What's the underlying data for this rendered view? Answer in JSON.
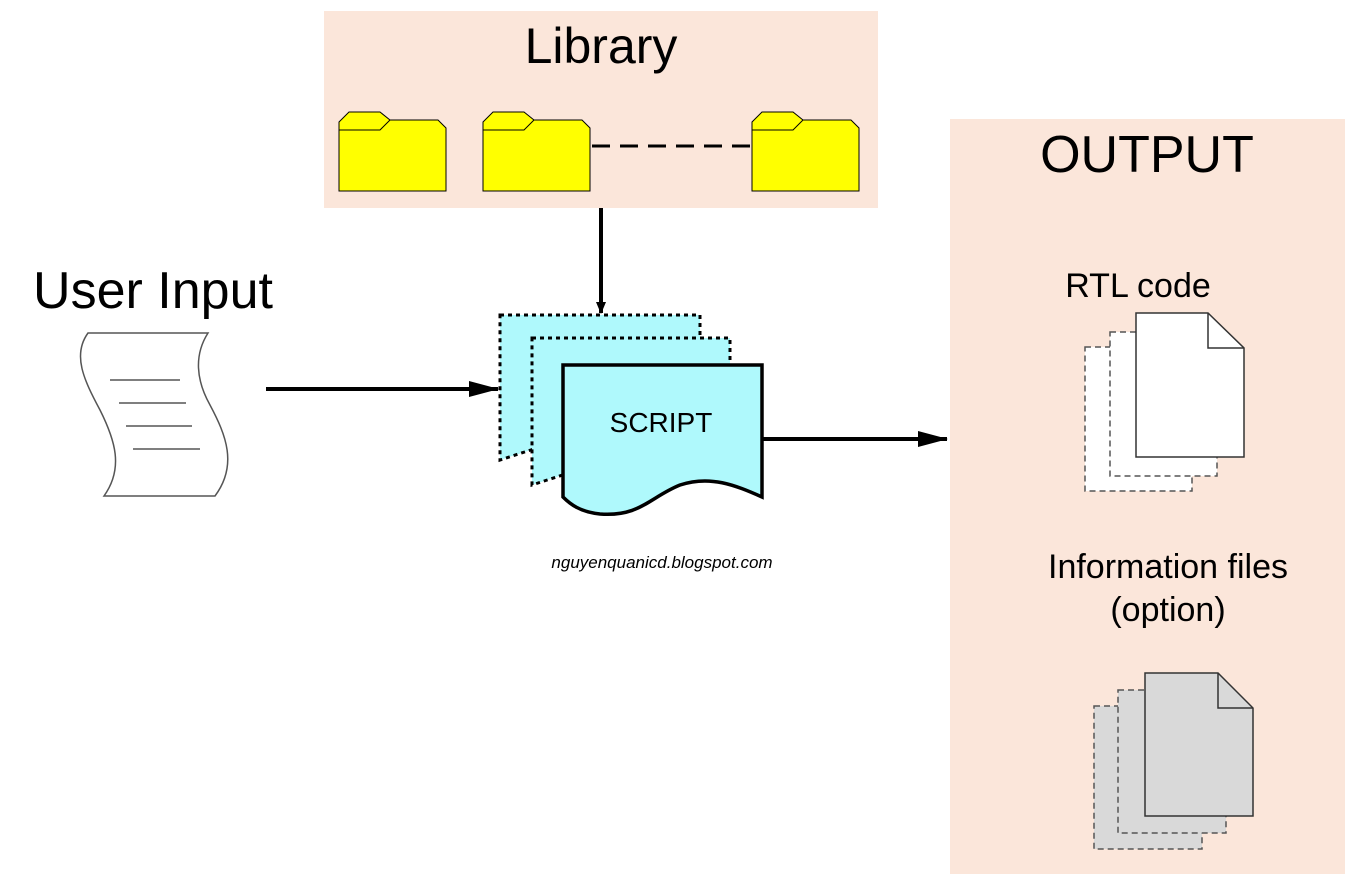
{
  "library": {
    "title": "Library",
    "panel_color": "#fbe6da",
    "folder_color": "#ffff00"
  },
  "user_input": {
    "title": "User Input"
  },
  "script": {
    "label": "SCRIPT",
    "fill_color": "#aff9fc"
  },
  "watermark": "nguyenquanicd.blogspot.com",
  "output": {
    "title": "OUTPUT",
    "panel_color": "#fbe6da",
    "rtl_label": "RTL code",
    "info_label_line1": "Information files",
    "info_label_line2": "(option)",
    "info_doc_color": "#d9d9d9"
  }
}
